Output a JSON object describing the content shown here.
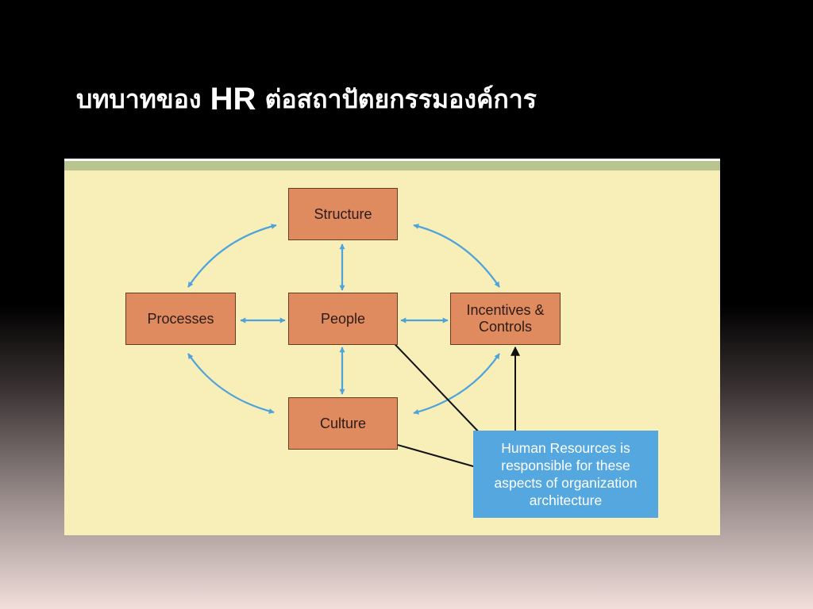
{
  "slide": {
    "title_prefix": "บทบาทของ",
    "title_hr": "HR",
    "title_suffix": "ต่อสถาปัตยกรรมองค์การ"
  },
  "diagram": {
    "nodes": {
      "structure": "Structure",
      "processes": "Processes",
      "people": "People",
      "incentives": "Incentives &\nControls",
      "culture": "Culture"
    },
    "callout": "Human Resources is\nresponsible for these\naspects of organization\narchitecture",
    "colors": {
      "figure_background": "#f7eeb8",
      "node_fill": "#e08a60",
      "double_arrow": "#4fa3dc",
      "callout_fill": "#54a8df",
      "pointer_arrow": "#111111"
    }
  }
}
